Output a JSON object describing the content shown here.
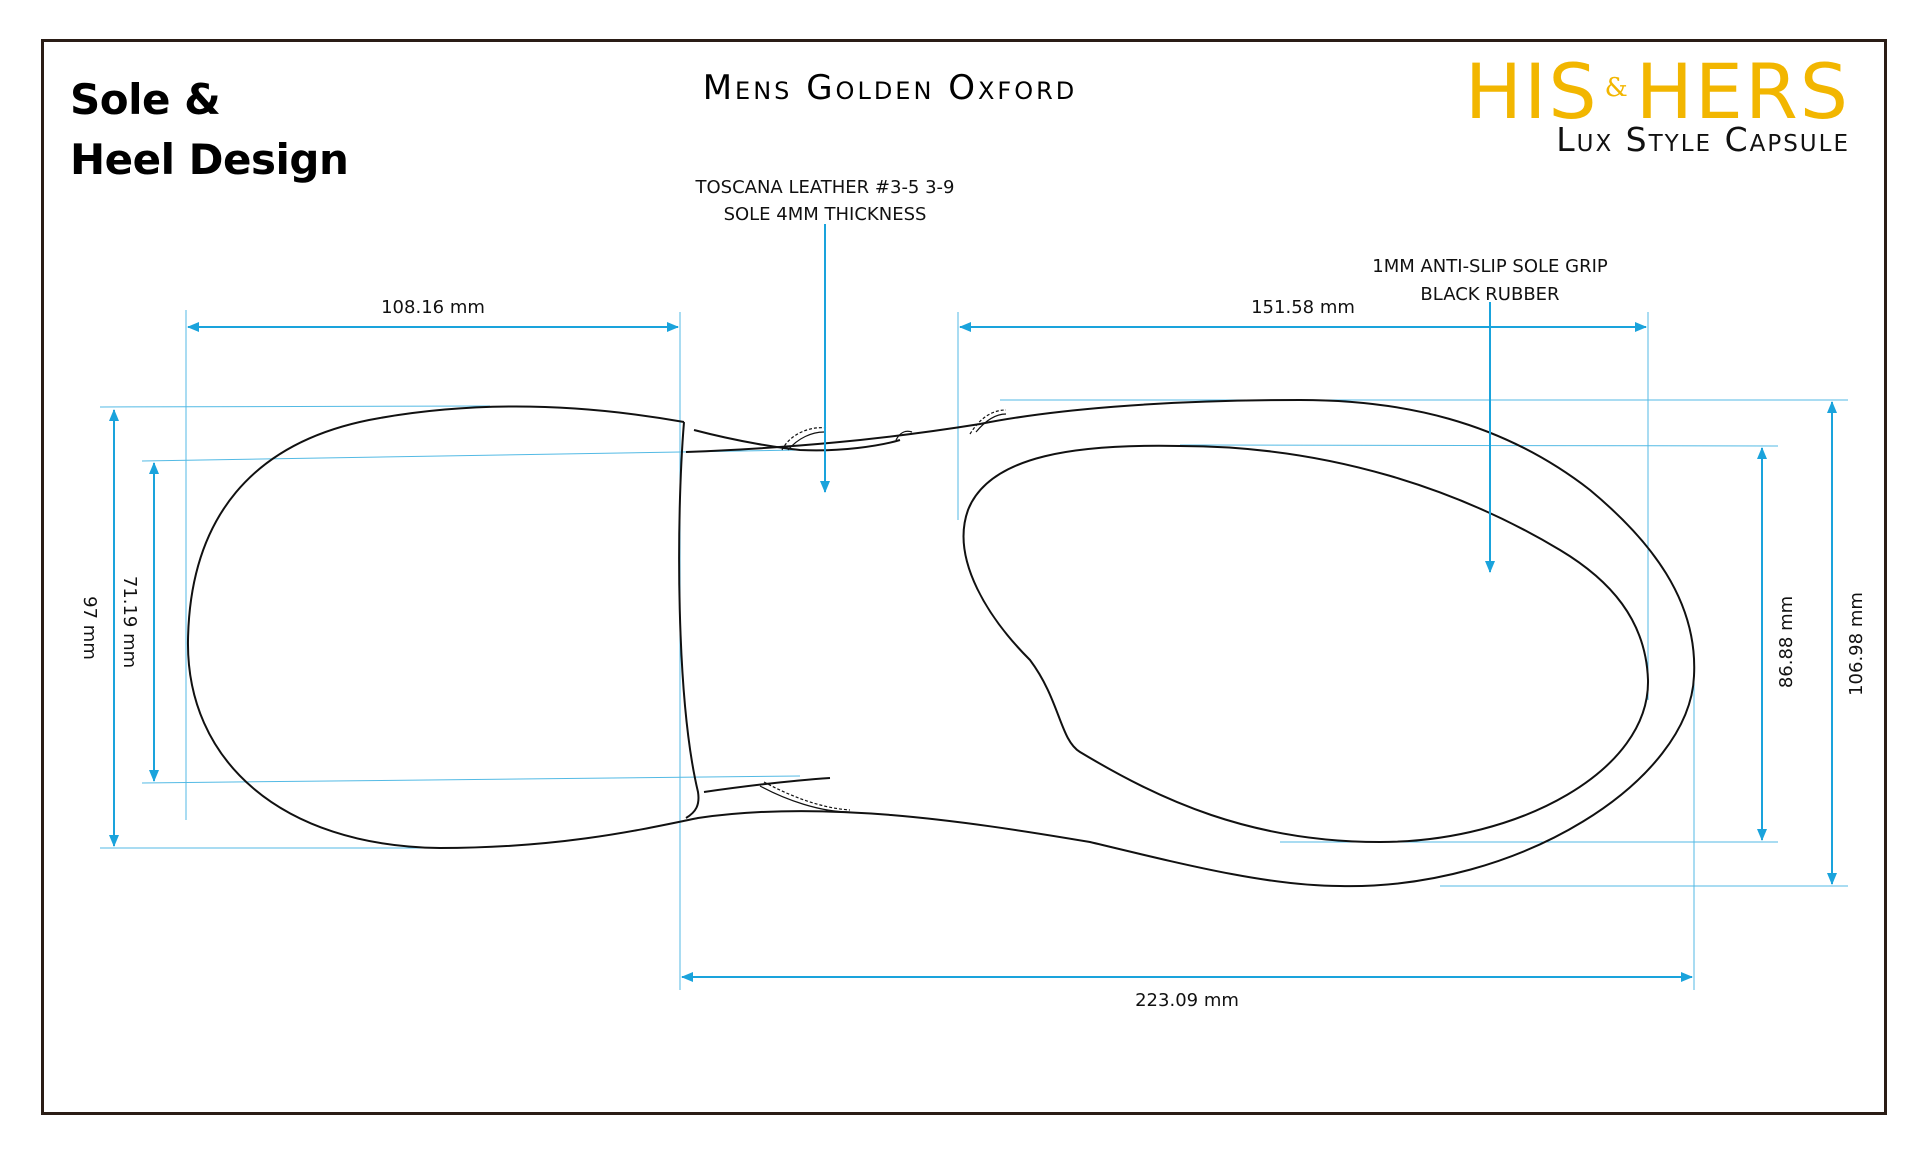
{
  "header": {
    "title_line1": "Sole &",
    "title_line2": "Heel Design",
    "product_name": "Mens Golden Oxford"
  },
  "brand": {
    "name_left": "HIS",
    "name_amp": "&",
    "name_right": "HERS",
    "tagline": "Lux Style Capsule",
    "accent_color": "#f2b600"
  },
  "notes": {
    "leather_line1": "TOSCANA LEATHER #3-5 3-9",
    "leather_line2": "SOLE 4MM THICKNESS",
    "grip_line1": "1MM ANTI-SLIP SOLE GRIP",
    "grip_line2": "BLACK RUBBER"
  },
  "dimensions": {
    "heel_length": "108.16 mm",
    "forefoot_length": "151.58 mm",
    "total_length": "223.09 mm",
    "heel_outer_width": "97 mm",
    "heel_inner_width": "71.19 mm",
    "forefoot_inner_width": "86.88 mm",
    "forefoot_outer_width": "106.98 mm"
  },
  "colors": {
    "dimension_line": "#1aa3dc",
    "outline": "#111111",
    "frame": "#2a1d16"
  }
}
